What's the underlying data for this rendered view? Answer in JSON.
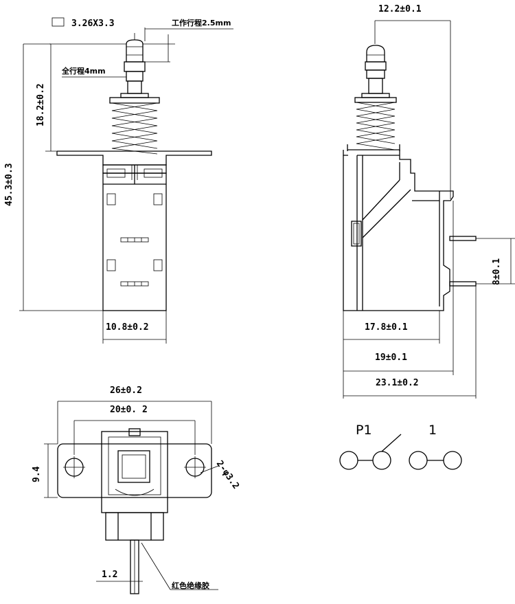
{
  "dimensions": {
    "pin_section": "3.26X3.3",
    "work_stroke": "工作行程2.5mm",
    "full_stroke": "全行程4mm",
    "height_upper": "18.2±0.2",
    "height_total": "45.3±0.3",
    "body_width": "10.8±0.2",
    "top_offset": "12.2±0.1",
    "pin_pitch": "8±0.1",
    "depth_a": "17.8±0.1",
    "depth_b": "19±0.1",
    "depth_c": "23.1±0.2",
    "flange_width": "26±0.2",
    "hole_pitch": "20±0. 2",
    "flange_height": "9.4",
    "hole_dia": "2-φ3.2",
    "wire_width": "1.2",
    "wire_label": "红色绝缘胶"
  },
  "schematic": {
    "left_label": "P1",
    "right_label": "1"
  }
}
